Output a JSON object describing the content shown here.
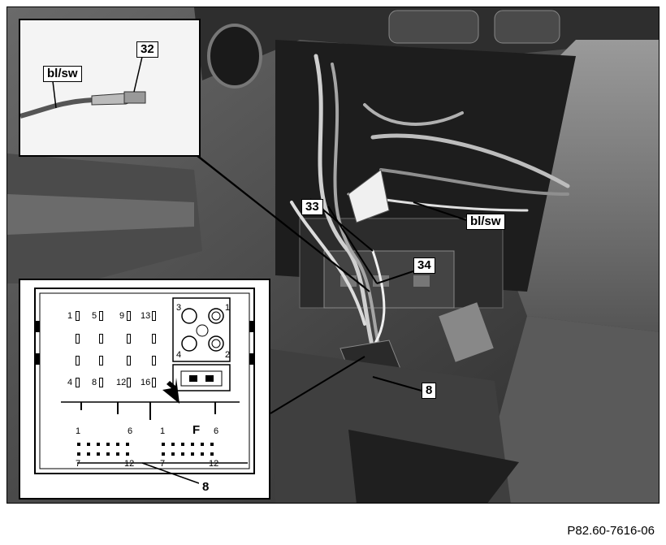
{
  "figure": {
    "callouts": {
      "c32": "32",
      "blsw_top": "bl/sw",
      "c33": "33",
      "blsw_right": "bl/sw",
      "c34": "34",
      "c8_main": "8",
      "c8_inset": "8"
    },
    "connector": {
      "pins_left": [
        "1",
        "5",
        "9",
        "13"
      ],
      "pins_bottom": [
        "4",
        "8",
        "12",
        "16"
      ],
      "coax": [
        "3",
        "1",
        "4",
        "2"
      ],
      "lower_left": [
        "1",
        "6",
        "7",
        "12"
      ],
      "lower_right": [
        "1",
        "6",
        "7",
        "12"
      ],
      "label_f": "F"
    }
  },
  "caption": "P82.60-7616-06"
}
